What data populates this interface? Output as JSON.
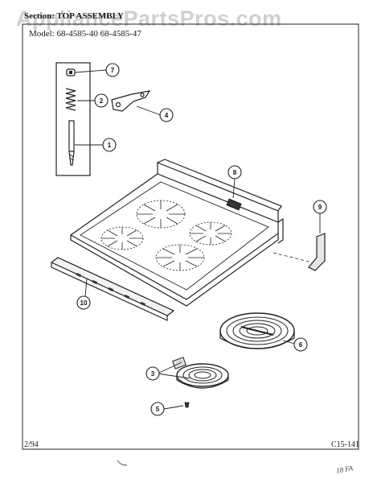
{
  "header": {
    "section": "Section: TOP ASSEMBLY",
    "model": "Model:  68-4585-40   68-4585-47"
  },
  "watermark": "AppliancePartsPros.com",
  "footer": {
    "date": "2/94",
    "page_code": "C15-141",
    "handwritten_note": "18 FA"
  },
  "callouts": {
    "c1": "1",
    "c2": "2",
    "c3": "3",
    "c4": "4",
    "c5": "5",
    "c6": "6",
    "c7": "7",
    "c8": "8",
    "c9": "9",
    "c10": "10"
  }
}
